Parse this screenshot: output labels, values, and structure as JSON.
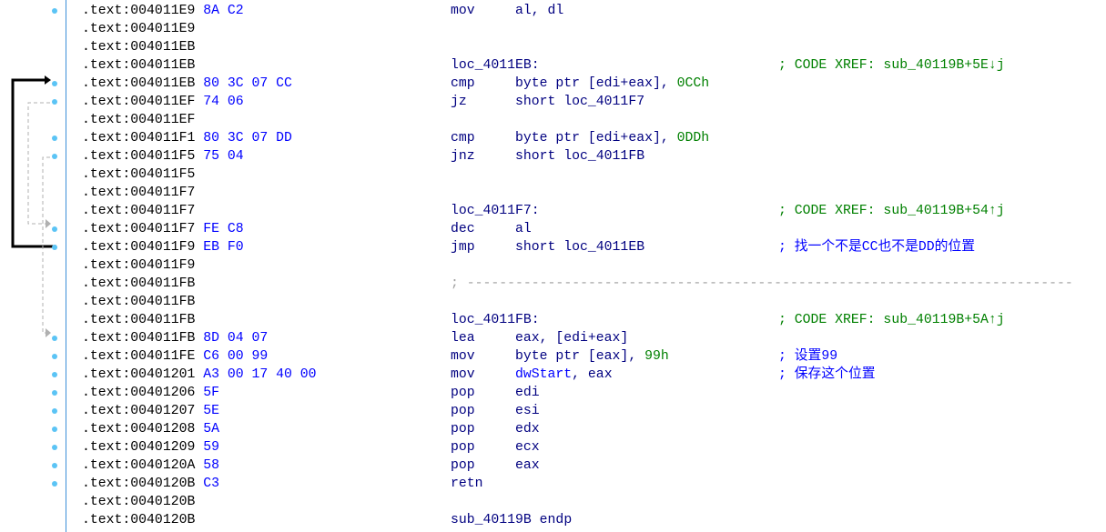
{
  "segment": ".text",
  "separator": "; ---------------------------------------------------------------------------",
  "rows": [
    {
      "addr": "004011E9",
      "bytes": "8A C2",
      "mnem": "mov",
      "ops": "al, dl"
    },
    {
      "addr": "004011E9"
    },
    {
      "addr": "004011EB"
    },
    {
      "addr": "004011EB",
      "label": "loc_4011EB:",
      "xref": "; CODE XREF: sub_40119B+5E↓j"
    },
    {
      "addr": "004011EB",
      "bytes": "80 3C 07 CC",
      "mnem": "cmp",
      "ops": "byte ptr [edi+eax], ",
      "imm": "0CCh"
    },
    {
      "addr": "004011EF",
      "bytes": "74 06",
      "mnem": "jz",
      "ops": "short loc_4011F7"
    },
    {
      "addr": "004011EF"
    },
    {
      "addr": "004011F1",
      "bytes": "80 3C 07 DD",
      "mnem": "cmp",
      "ops": "byte ptr [edi+eax], ",
      "imm": "0DDh"
    },
    {
      "addr": "004011F5",
      "bytes": "75 04",
      "mnem": "jnz",
      "ops": "short loc_4011FB"
    },
    {
      "addr": "004011F5"
    },
    {
      "addr": "004011F7"
    },
    {
      "addr": "004011F7",
      "label": "loc_4011F7:",
      "xref": "; CODE XREF: sub_40119B+54↑j"
    },
    {
      "addr": "004011F7",
      "bytes": "FE C8",
      "mnem": "dec",
      "ops": "al"
    },
    {
      "addr": "004011F9",
      "bytes": "EB F0",
      "mnem": "jmp",
      "ops": "short loc_4011EB",
      "comment": "; 找一个不是CC也不是DD的位置"
    },
    {
      "addr": "004011F9"
    },
    {
      "addr": "004011FB",
      "separator": true
    },
    {
      "addr": "004011FB"
    },
    {
      "addr": "004011FB",
      "label": "loc_4011FB:",
      "xref": "; CODE XREF: sub_40119B+5A↑j"
    },
    {
      "addr": "004011FB",
      "bytes": "8D 04 07",
      "mnem": "lea",
      "ops": "eax, [edi+eax]"
    },
    {
      "addr": "004011FE",
      "bytes": "C6 00 99",
      "mnem": "mov",
      "ops": "byte ptr [eax], ",
      "imm": "99h",
      "comment": "; 设置99"
    },
    {
      "addr": "00401201",
      "bytes": "A3 00 17 40 00",
      "mnem": "mov",
      "name": "dwStart",
      "ops": ", eax",
      "comment": "; 保存这个位置"
    },
    {
      "addr": "00401206",
      "bytes": "5F",
      "mnem": "pop",
      "ops": "edi"
    },
    {
      "addr": "00401207",
      "bytes": "5E",
      "mnem": "pop",
      "ops": "esi"
    },
    {
      "addr": "00401208",
      "bytes": "5A",
      "mnem": "pop",
      "ops": "edx"
    },
    {
      "addr": "00401209",
      "bytes": "59",
      "mnem": "pop",
      "ops": "ecx"
    },
    {
      "addr": "0040120A",
      "bytes": "58",
      "mnem": "pop",
      "ops": "eax"
    },
    {
      "addr": "0040120B",
      "bytes": "C3",
      "mnem": "retn"
    },
    {
      "addr": "0040120B"
    },
    {
      "addr": "0040120B",
      "label": "sub_40119B endp"
    }
  ],
  "colors": {
    "bytes": "#0000ff",
    "mnemonic": "#000080",
    "xref": "#008000",
    "comment": "#0000ff",
    "breakpoint_dot": "#5bc4f5",
    "border": "#3c8fd8"
  }
}
